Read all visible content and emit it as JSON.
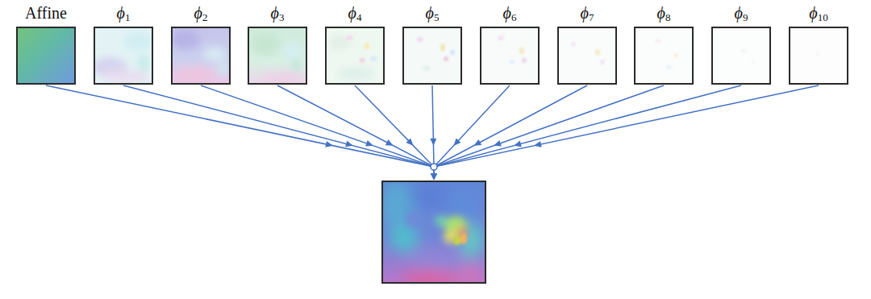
{
  "diagram": {
    "nodes": [
      {
        "text": [
          "Affine"
        ]
      },
      {
        "text": [
          "ϕ1"
        ]
      },
      {
        "text": [
          "ϕ2"
        ]
      },
      {
        "text": [
          "ϕ3"
        ]
      },
      {
        "text": [
          "ϕ4"
        ]
      },
      {
        "text": [
          "ϕ5"
        ]
      },
      {
        "text": [
          "ϕ6"
        ]
      },
      {
        "text": [
          "ϕ7"
        ]
      },
      {
        "text": [
          "ϕ8"
        ]
      },
      {
        "text": [
          "ϕ9"
        ]
      },
      {
        "text": [
          "ϕ10"
        ]
      },
      {
        "text": []
      }
    ],
    "edges": [
      {
        "from": 0,
        "to": 11,
        "arrow": "to"
      },
      {
        "from": 1,
        "to": 11,
        "arrow": "to"
      },
      {
        "from": 2,
        "to": 11,
        "arrow": "to"
      },
      {
        "from": 3,
        "to": 11,
        "arrow": "to"
      },
      {
        "from": 4,
        "to": 11,
        "arrow": "to"
      },
      {
        "from": 5,
        "to": 11,
        "arrow": "to"
      },
      {
        "from": 6,
        "to": 11,
        "arrow": "to"
      },
      {
        "from": 7,
        "to": 11,
        "arrow": "to"
      },
      {
        "from": 8,
        "to": 11,
        "arrow": "to"
      },
      {
        "from": 9,
        "to": 11,
        "arrow": "to"
      },
      {
        "from": 10,
        "to": 11,
        "arrow": "to"
      }
    ]
  }
}
